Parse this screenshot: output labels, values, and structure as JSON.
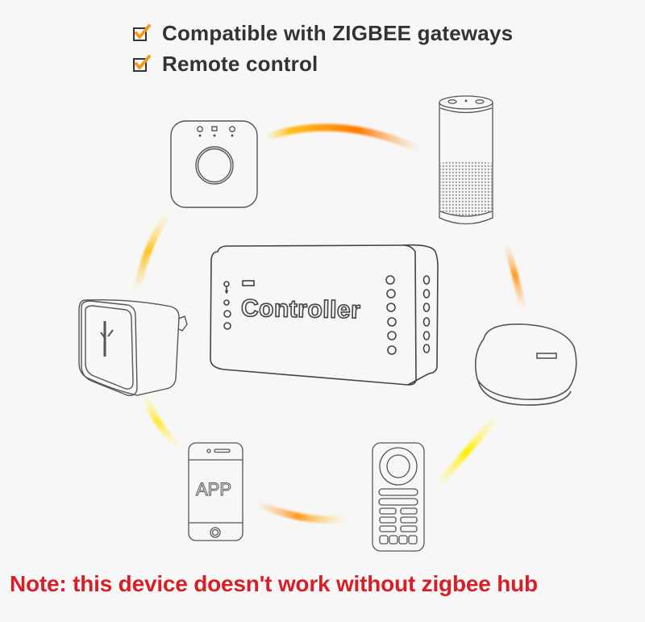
{
  "features": [
    {
      "label": "Compatible with ZIGBEE gateways",
      "icon": "checked-checkbox-icon",
      "checked": true
    },
    {
      "label": "Remote control",
      "icon": "checked-checkbox-icon",
      "checked": true
    }
  ],
  "center_device": {
    "label": "Controller",
    "icon": "zigbee-controller-icon"
  },
  "surrounding_devices": [
    {
      "name": "philips-hue-bridge",
      "icon": "hub-bridge-icon"
    },
    {
      "name": "smart-speaker",
      "icon": "smart-speaker-icon"
    },
    {
      "name": "smart-plug-gateway",
      "icon": "plug-gateway-icon"
    },
    {
      "name": "round-hub",
      "icon": "round-hub-icon"
    },
    {
      "name": "smartphone-app",
      "icon": "smartphone-icon",
      "label": "APP"
    },
    {
      "name": "remote-control",
      "icon": "remote-control-icon"
    }
  ],
  "note": "Note: this device doesn't work without zigbee hub",
  "colors": {
    "background": "#f7f7f7",
    "heading_text": "#333333",
    "note_text": "#d71f27",
    "check_orange": "#f39a1e",
    "arc_orange": "#ff7a00",
    "arc_yellow": "#ffe600",
    "line_gray": "#555555"
  }
}
